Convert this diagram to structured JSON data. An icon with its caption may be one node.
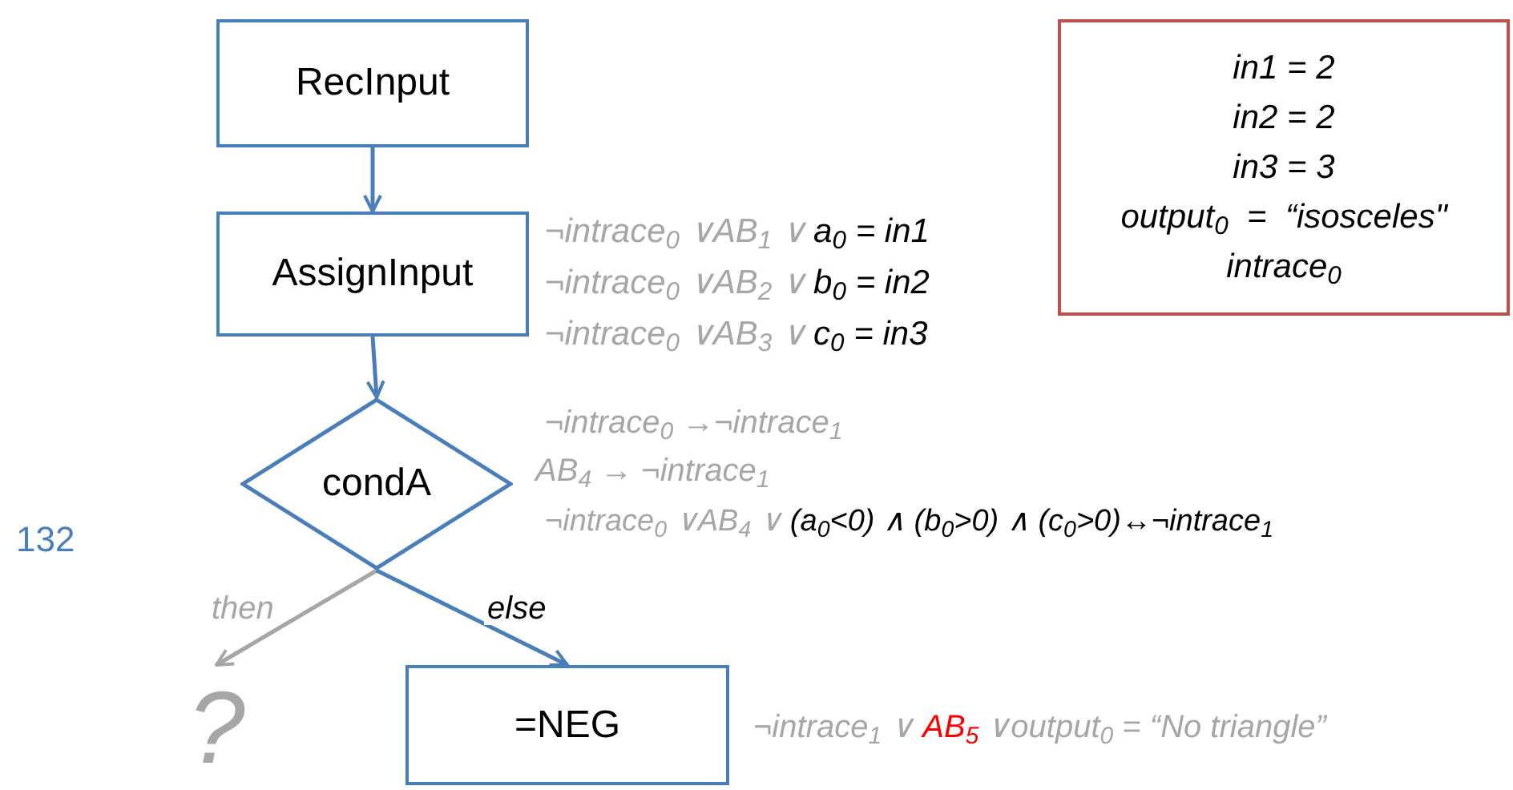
{
  "diagram": {
    "nodes": [
      {
        "text": [
          "RecInput"
        ]
      },
      {
        "text": [
          "AssignInput"
        ]
      },
      {
        "text": [
          "condA"
        ]
      },
      {
        "text": [
          "?"
        ]
      },
      {
        "text": [
          "=NEG"
        ]
      },
      {
        "text": [
          "in1 = 2",
          "in2 = 2",
          "in3 = 3",
          "output$_{0}$  =  “isosceles\"",
          "intrace$_{0}$"
        ]
      }
    ],
    "edges": [
      {
        "from": 0,
        "to": 1,
        "arrow": "to"
      },
      {
        "from": 1,
        "to": 2,
        "arrow": "to"
      },
      {
        "from": 2,
        "to": 3,
        "arrow": "to",
        "label": "then",
        "color": "#a6a6a6"
      },
      {
        "from": 2,
        "to": 4,
        "arrow": "to",
        "label": "else"
      }
    ],
    "labels": [
      "¬intrace$_{0}$ ∨AB$_{1}$ ∨",
      "a$_{0}$ = in1",
      "¬intrace$_{0}$ ∨AB$_{2}$ ∨",
      "b$_{0}$ = in2",
      "¬intrace$_{0}$ ∨AB$_{3}$ ∨",
      "c$_{0}$ = in3",
      "¬intrace$_{0}$ →¬intrace$_{1}$",
      "AB$_{4}$ → ¬intrace$_{1}$",
      "¬intrace$_{0}$ ∨AB$_{4}$ ∨",
      "(a$_{0}$<0) ∧ (b$_{0}$>0) ∧ (c$_{0}$>0)↔¬intrace$_{1}$",
      "132",
      "¬intrace$_{1}$ ∨",
      "AB$_{5}$",
      "∨output$_{0}$ = “No triangle”"
    ]
  }
}
